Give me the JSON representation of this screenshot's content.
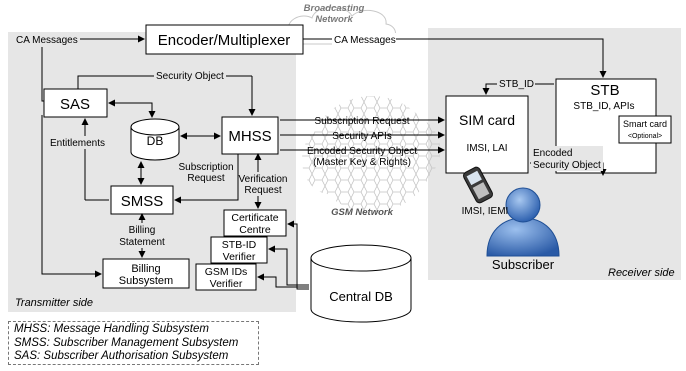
{
  "regions": {
    "transmitter_label": "Transmitter side",
    "receiver_label": "Receiver side",
    "broadcast_label": [
      "Broadcasting",
      "Network"
    ],
    "gsm_label": "GSM Network"
  },
  "nodes": {
    "encoder": "Encoder/Multiplexer",
    "sas": "SAS",
    "db": "DB",
    "mhss": "MHSS",
    "smss": "SMSS",
    "billing": [
      "Billing",
      "Subsystem"
    ],
    "cert": [
      "Certificate",
      "Centre"
    ],
    "stb_verifier": [
      "STB-ID",
      "Verifier"
    ],
    "gsm_verifier": [
      "GSM IDs",
      "Verifier"
    ],
    "central_db": "Central DB",
    "sim_title": "SIM card",
    "sim_sub": "IMSI, LAI",
    "stb_title": "STB",
    "stb_sub": "STB_ID, APIs",
    "smart_card": "Smart card",
    "smart_card_opt": "<Optional>",
    "phone_ids": "IMSI, IEMI",
    "subscriber": "Subscriber"
  },
  "edge_labels": {
    "ca_messages_left": "CA Messages",
    "ca_messages_right": "CA Messages",
    "security_object": "Security Object",
    "entitlements": "Entitlements",
    "subscription_request_left": [
      "Subscription",
      "Request"
    ],
    "verification_request": [
      "Verification",
      "Request"
    ],
    "billing_statement": [
      "Billing",
      "Statement"
    ],
    "subscription_request_right": "Subscription Request",
    "security_apis": "Security APIs",
    "encoded_security_object_gsm": [
      "Encoded Security Object",
      "(Master Key & Rights)"
    ],
    "stb_id": "STB_ID",
    "encoded_security_object_right": [
      "Encoded",
      "Security Object"
    ]
  },
  "legend": [
    "MHSS: Message Handling Subsystem",
    "SMSS: Subscriber Management Subsystem",
    "SAS: Subscriber Authorisation Subsystem"
  ]
}
